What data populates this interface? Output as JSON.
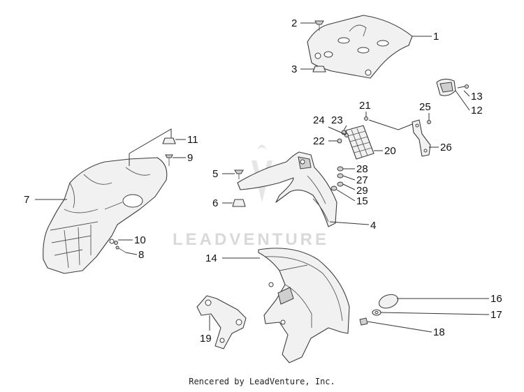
{
  "watermark": "LEADVENTURE",
  "footer": "Rencered by LeadVenture, Inc.",
  "callouts": {
    "c1": "1",
    "c2": "2",
    "c3": "3",
    "c4": "4",
    "c5": "5",
    "c6": "6",
    "c7": "7",
    "c8": "8",
    "c9": "9",
    "c10": "10",
    "c11": "11",
    "c12": "12",
    "c13": "13",
    "c14": "14",
    "c15": "15",
    "c16": "16",
    "c17": "17",
    "c18": "18",
    "c19": "19",
    "c20": "20",
    "c21": "21",
    "c22": "22",
    "c23": "23",
    "c24": "24",
    "c25": "25",
    "c26": "26",
    "c27": "27",
    "c28": "28",
    "c29": "29"
  }
}
